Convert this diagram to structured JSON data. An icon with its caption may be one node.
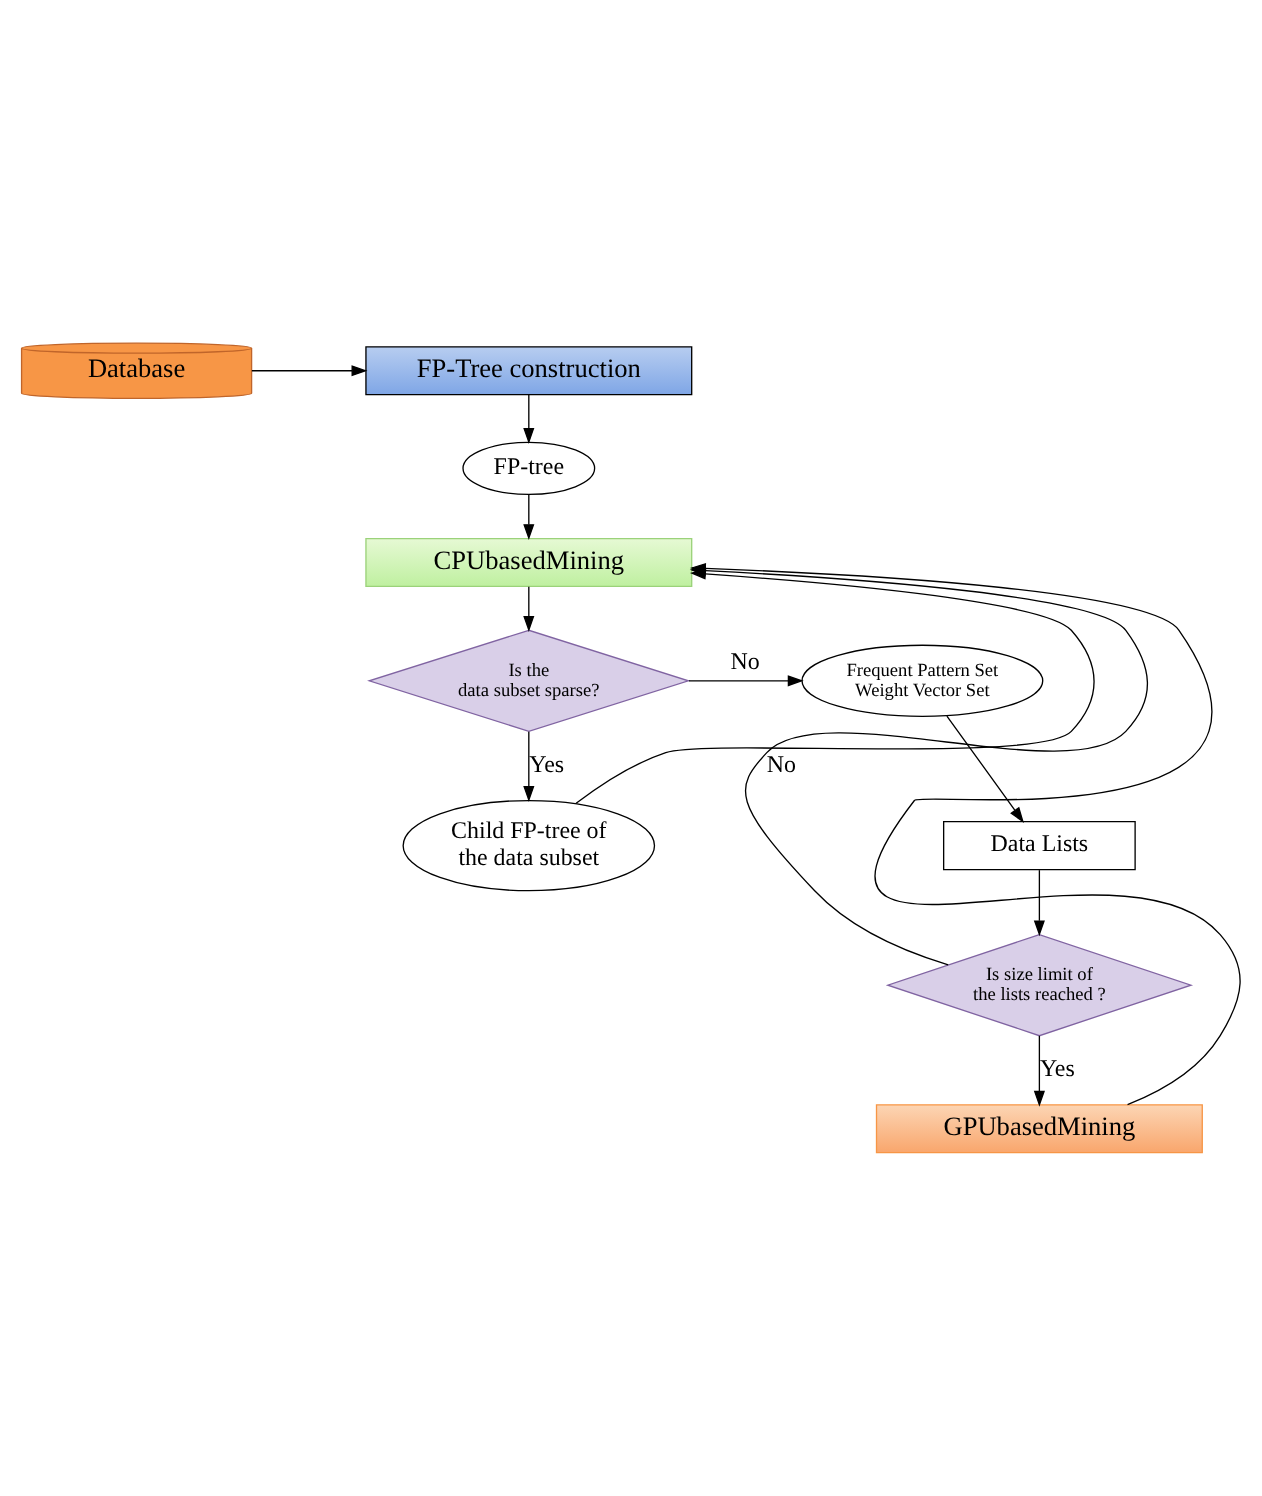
{
  "diagram": {
    "nodes": [
      {
        "text": [
          "FP-Tree construction"
        ]
      },
      {
        "text": [
          "Database"
        ]
      },
      {
        "text": [
          "FP-tree"
        ]
      },
      {
        "text": [
          "CPUbasedMining"
        ]
      },
      {
        "text": [
          "Is the data subset sparse?"
        ]
      },
      {
        "text": [
          "Frequent Pattern Set Weight Vector Set"
        ]
      },
      {
        "text": [
          "Child FP-tree of the data subset"
        ]
      },
      {
        "text": [
          "Data Lists"
        ]
      },
      {
        "text": [
          "Is size limit of the lists reached ?"
        ]
      },
      {
        "text": [
          "GPUbasedMining"
        ]
      }
    ],
    "edges": [
      {
        "from": 1,
        "to": 0,
        "arrow": "to"
      },
      {
        "from": 0,
        "to": 2,
        "arrow": "to"
      },
      {
        "from": 2,
        "to": 3,
        "arrow": "to"
      },
      {
        "from": 3,
        "to": 4,
        "arrow": "to"
      },
      {
        "from": 4,
        "to": 5,
        "arrow": "to",
        "label": "No"
      },
      {
        "from": 4,
        "to": 6,
        "arrow": "to",
        "label": "Yes"
      },
      {
        "from": 5,
        "to": 7,
        "arrow": "to"
      },
      {
        "from": 7,
        "to": 8,
        "arrow": "to"
      },
      {
        "from": 6,
        "to": 3,
        "arrow": "to"
      },
      {
        "from": 8,
        "to": 3,
        "arrow": "to",
        "label": "No"
      },
      {
        "from": 8,
        "to": 9,
        "arrow": "to",
        "label": "Yes"
      },
      {
        "from": 9,
        "to": 3,
        "arrow": "to"
      }
    ]
  }
}
